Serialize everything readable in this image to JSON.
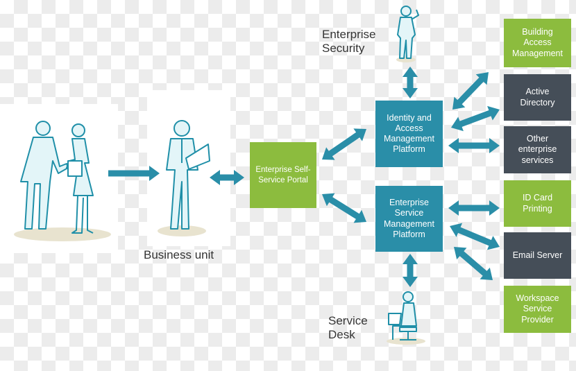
{
  "labels": {
    "enterprise_security": "Enterprise\nSecurity",
    "business_unit": "Business unit",
    "service_desk": "Service\nDesk"
  },
  "boxes": {
    "portal": "Enterprise Self-\nService Portal",
    "iam": "Identity and\nAccess\nManagement\nPlatform",
    "esm": "Enterprise\nService\nManagement\nPlatform",
    "building_access": "Building\nAccess\nManagement",
    "active_directory": "Active\nDirectory",
    "other_services": "Other\nenterprise\nservices",
    "id_card": "ID Card\nPrinting",
    "email_server": "Email Server",
    "workspace": "Workspace\nService\nProvider"
  },
  "colors": {
    "accent_blue": "#2a8ea8",
    "accent_green": "#8cbc3e",
    "dark_gray": "#454e58",
    "figure_stroke": "#1f8fa8",
    "figure_fill": "#e3f5f8"
  }
}
